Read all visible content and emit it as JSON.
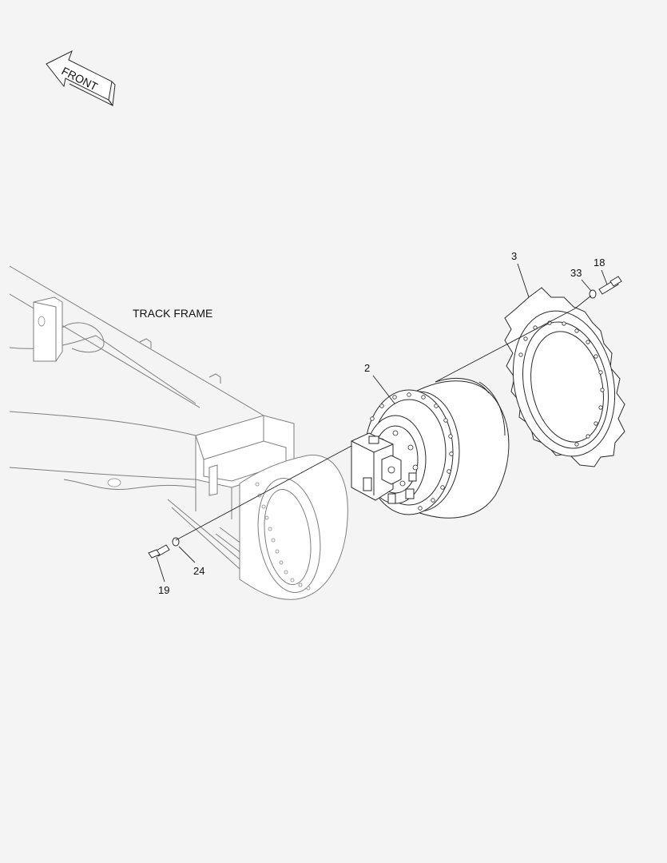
{
  "diagram": {
    "direction_label": "FRONT",
    "frame_label": "TRACK FRAME",
    "callouts": [
      "2",
      "3",
      "18",
      "33",
      "19",
      "24"
    ]
  }
}
